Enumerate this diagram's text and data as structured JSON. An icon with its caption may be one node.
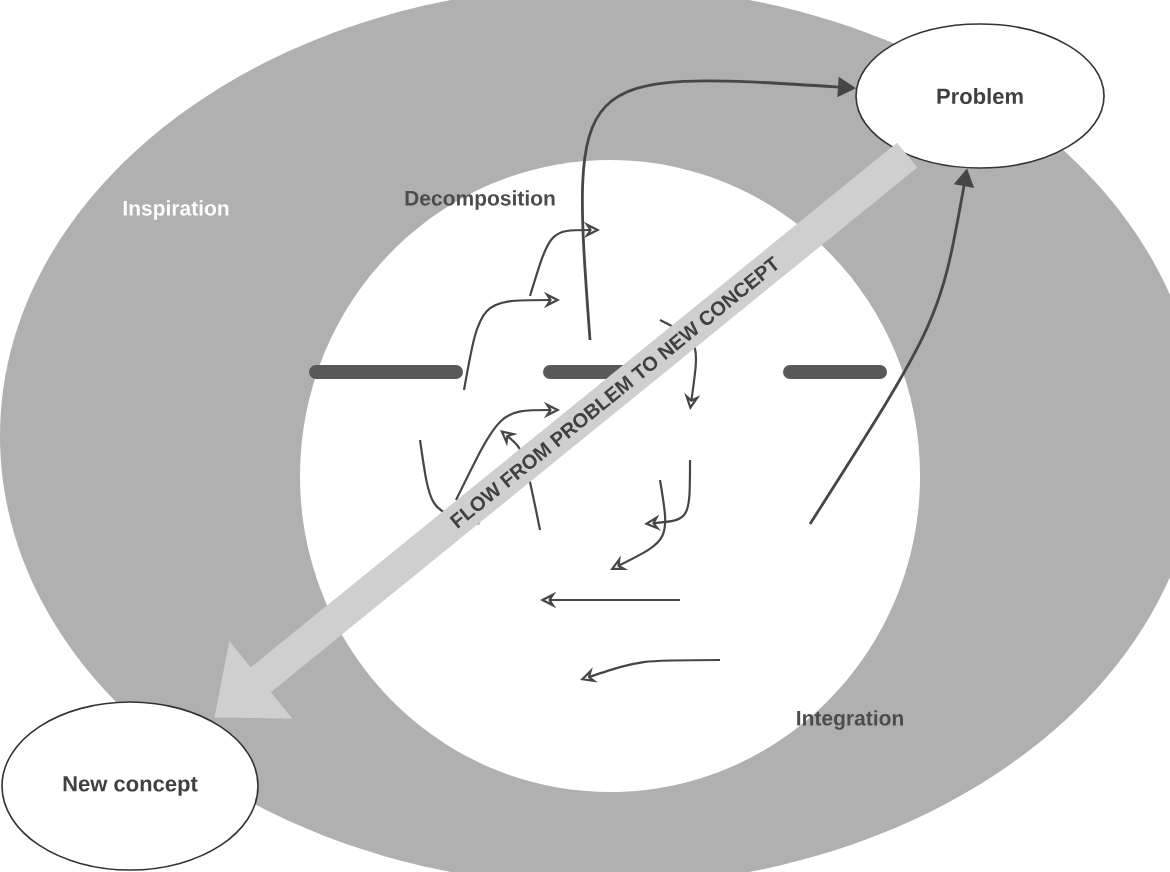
{
  "diagram": {
    "nodes": [
      {
        "text": [
          "Problem"
        ]
      },
      {
        "text": [
          "New concept"
        ]
      }
    ],
    "edges": [
      {
        "from": 0,
        "to": 1,
        "arrow": "to",
        "label": "FLOW FROM PROBLEM TO NEW CONCEPT",
        "style": "thick",
        "color": "#cfcfcf"
      },
      {
        "from": null,
        "to": 0,
        "arrow": "to"
      },
      {
        "from": null,
        "to": 0,
        "arrow": "to"
      }
    ],
    "labels": [
      "Inspiration",
      "Decomposition",
      "Integration"
    ]
  }
}
